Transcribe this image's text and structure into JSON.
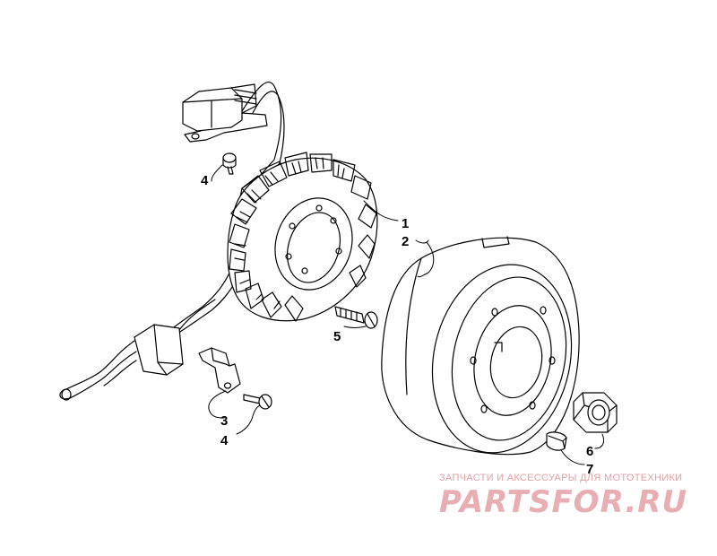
{
  "callouts": {
    "c1": "1",
    "c2": "2",
    "c3": "3",
    "c4a": "4",
    "c4b": "4",
    "c5": "5",
    "c6": "6",
    "c7": "7"
  },
  "watermark": {
    "tagline": "ЗАПЧАСТИ И АКСЕССУАРЫ ДЛЯ МОТОТЕХНИКИ",
    "logo": "PARTSFOR.RU",
    "color": "#e8aeb3"
  },
  "colors": {
    "line": "#000000",
    "background": "#ffffff"
  }
}
